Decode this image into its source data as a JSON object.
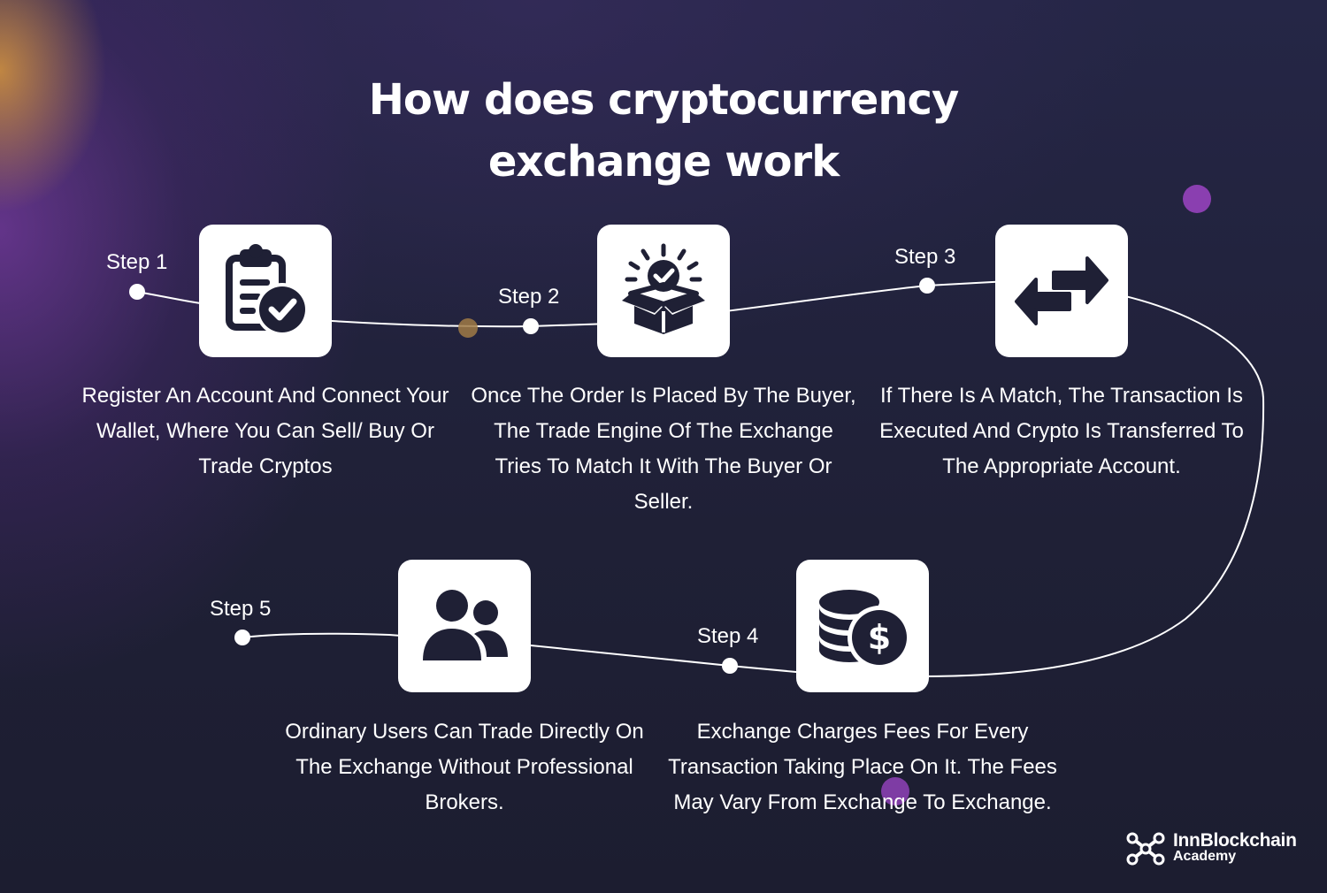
{
  "title": {
    "line1": "How does cryptocurrency",
    "line2": "exchange work"
  },
  "steps": [
    {
      "label": "Step 1",
      "icon": "clipboard-check-icon",
      "description": "Register An Account And Connect Your Wallet, Where You Can Sell/ Buy Or Trade Cryptos"
    },
    {
      "label": "Step 2",
      "icon": "open-box-check-icon",
      "description": "Once The Order Is Placed By The Buyer, The Trade Engine Of The Exchange Tries To Match It With The Buyer Or Seller."
    },
    {
      "label": "Step 3",
      "icon": "swap-arrows-icon",
      "description": "If There Is A Match, The Transaction Is Executed And Crypto Is Transferred To The Appropriate Account."
    },
    {
      "label": "Step 4",
      "icon": "coins-dollar-icon",
      "description": "Exchange Charges Fees For Every Transaction Taking Place On It. The Fees May Vary From Exchange To Exchange."
    },
    {
      "label": "Step 5",
      "icon": "users-icon",
      "description": "Ordinary Users Can Trade Directly On The Exchange Without Professional Brokers."
    }
  ],
  "brand": {
    "name_line1": "InnBlockchain",
    "name_line2": "Academy",
    "logo_icon": "network-nodes-icon"
  },
  "colors": {
    "background": "#1f2035",
    "glow_purple": "#6e3796",
    "glow_orange": "#d6963c",
    "accent_dot": "#8a3fb0",
    "icon": "#1f2035",
    "text": "#ffffff"
  }
}
